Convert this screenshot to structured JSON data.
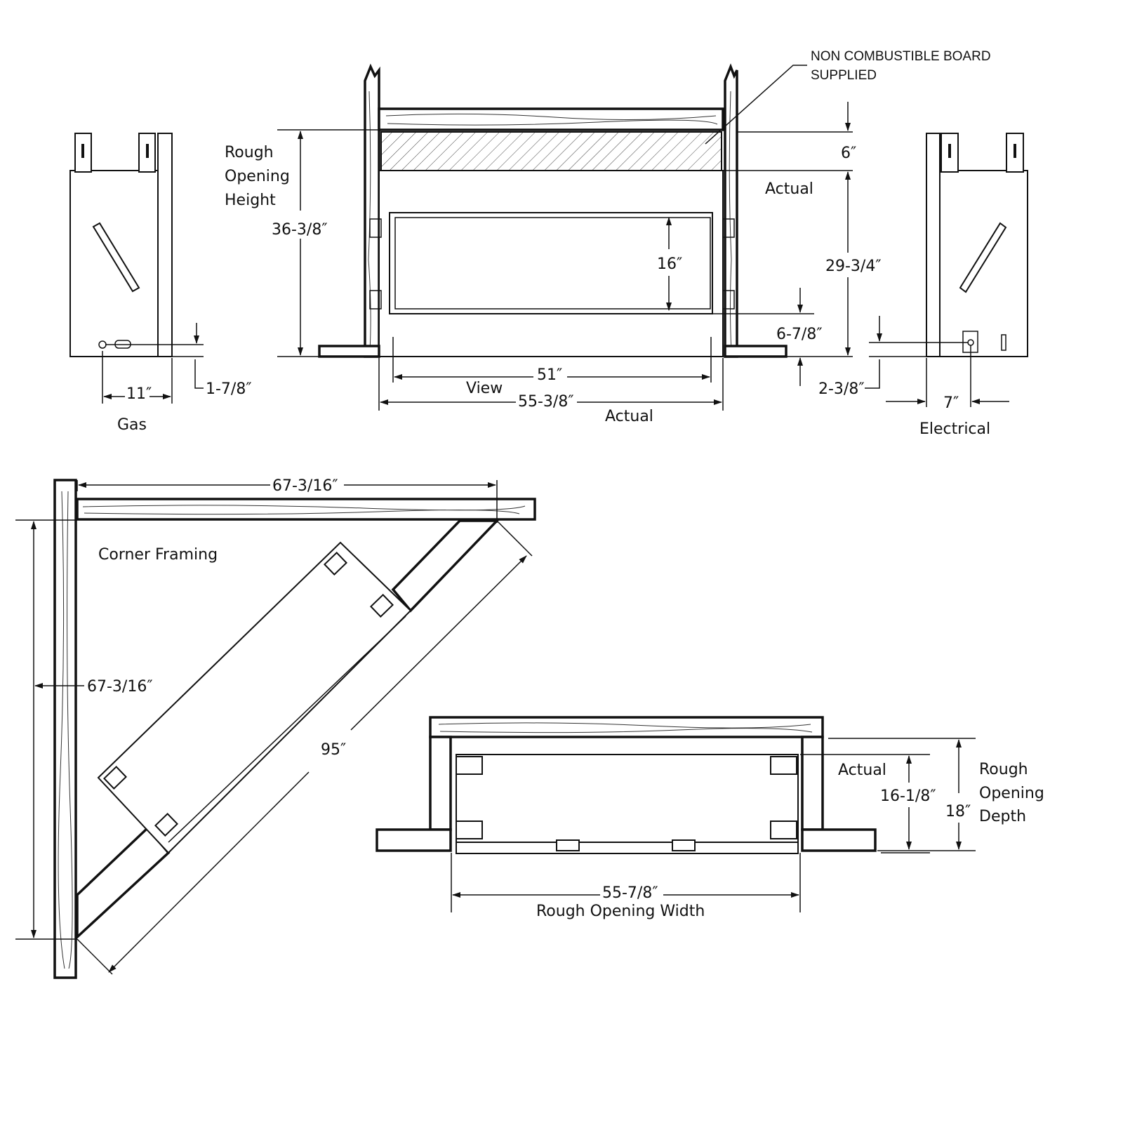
{
  "colors": {
    "ink": "#111111",
    "background": "#ffffff"
  },
  "front_view": {
    "callout": [
      "NON COMBUSTIBLE BOARD",
      "SUPPLIED"
    ],
    "rough_opening_height_label": [
      "Rough",
      "Opening",
      "Height"
    ],
    "rough_opening_height": "36-3/8″",
    "board_height": "6″",
    "actual_label": "Actual",
    "actual_height": "29-3/4″",
    "view_height": "16″",
    "base_to_view": "6-7/8″",
    "view_width": "51″",
    "view_label": "View",
    "actual_width": "55-3/8″",
    "actual_width_label": "Actual"
  },
  "gas_view": {
    "label": "Gas",
    "offset": "11″",
    "height": "1-7/8″"
  },
  "electrical_view": {
    "label": "Electrical",
    "offset": "7″",
    "height": "2-3/8″"
  },
  "corner_framing": {
    "title": "Corner Framing",
    "top_length": "67-3/16″",
    "side_length": "67-3/16″",
    "diagonal_length": "95″"
  },
  "plan_view": {
    "actual_label": "Actual",
    "actual_depth": "16-1/8″",
    "rough_depth": "18″",
    "rough_depth_label": [
      "Rough",
      "Opening",
      "Depth"
    ],
    "rough_width": "55-7/8″",
    "rough_width_label": "Rough Opening Width"
  }
}
